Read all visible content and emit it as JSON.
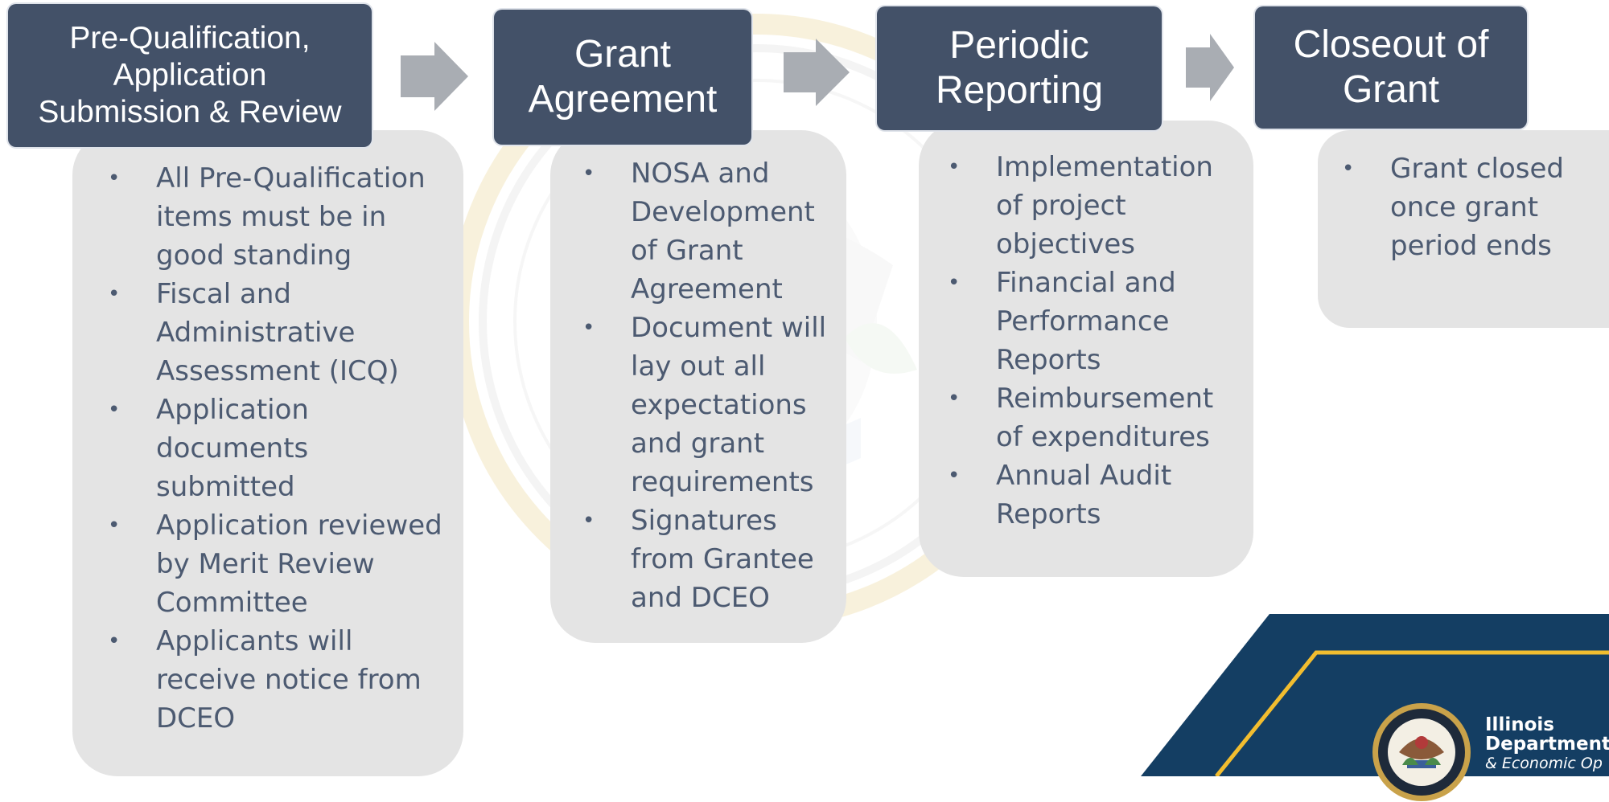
{
  "stages": [
    {
      "header": [
        "Pre-Qualification,",
        "Application",
        "Submission & Review"
      ],
      "items": [
        "All Pre-Qualification items must be in good standing",
        "Fiscal and Administrative Assessment (ICQ)",
        "Application documents submitted",
        "Application reviewed by Merit Review Committee",
        "Applicants will receive notice from DCEO"
      ]
    },
    {
      "header": [
        "Grant",
        "Agreement"
      ],
      "items": [
        "NOSA and Development of Grant Agreement",
        "Document will lay out all expectations and grant requirements",
        "Signatures from Grantee and DCEO"
      ]
    },
    {
      "header": [
        "Periodic",
        "Reporting"
      ],
      "items": [
        "Implementation of project objectives",
        "Financial and Performance Reports",
        "Reimbursement of expenditures",
        "Annual Audit Reports"
      ]
    },
    {
      "header": [
        "Closeout of",
        "Grant"
      ],
      "items": [
        "Grant closed once grant period ends"
      ]
    }
  ],
  "bullet_symbol": "•",
  "logo": {
    "line1": "Illinois",
    "line2": "Department",
    "line3": "& Economic Op"
  },
  "colors": {
    "header_bg": "#435168",
    "panel_bg": "#e4e4e4",
    "arrow": "#a9adb3",
    "band": "#143e63",
    "band_stripe": "#f2bd2f",
    "text": "#4c5a71"
  },
  "icons": {
    "arrow": "chevron-arrow-icon",
    "watermark": "state-seal-icon",
    "logo": "dceo-seal-icon"
  }
}
